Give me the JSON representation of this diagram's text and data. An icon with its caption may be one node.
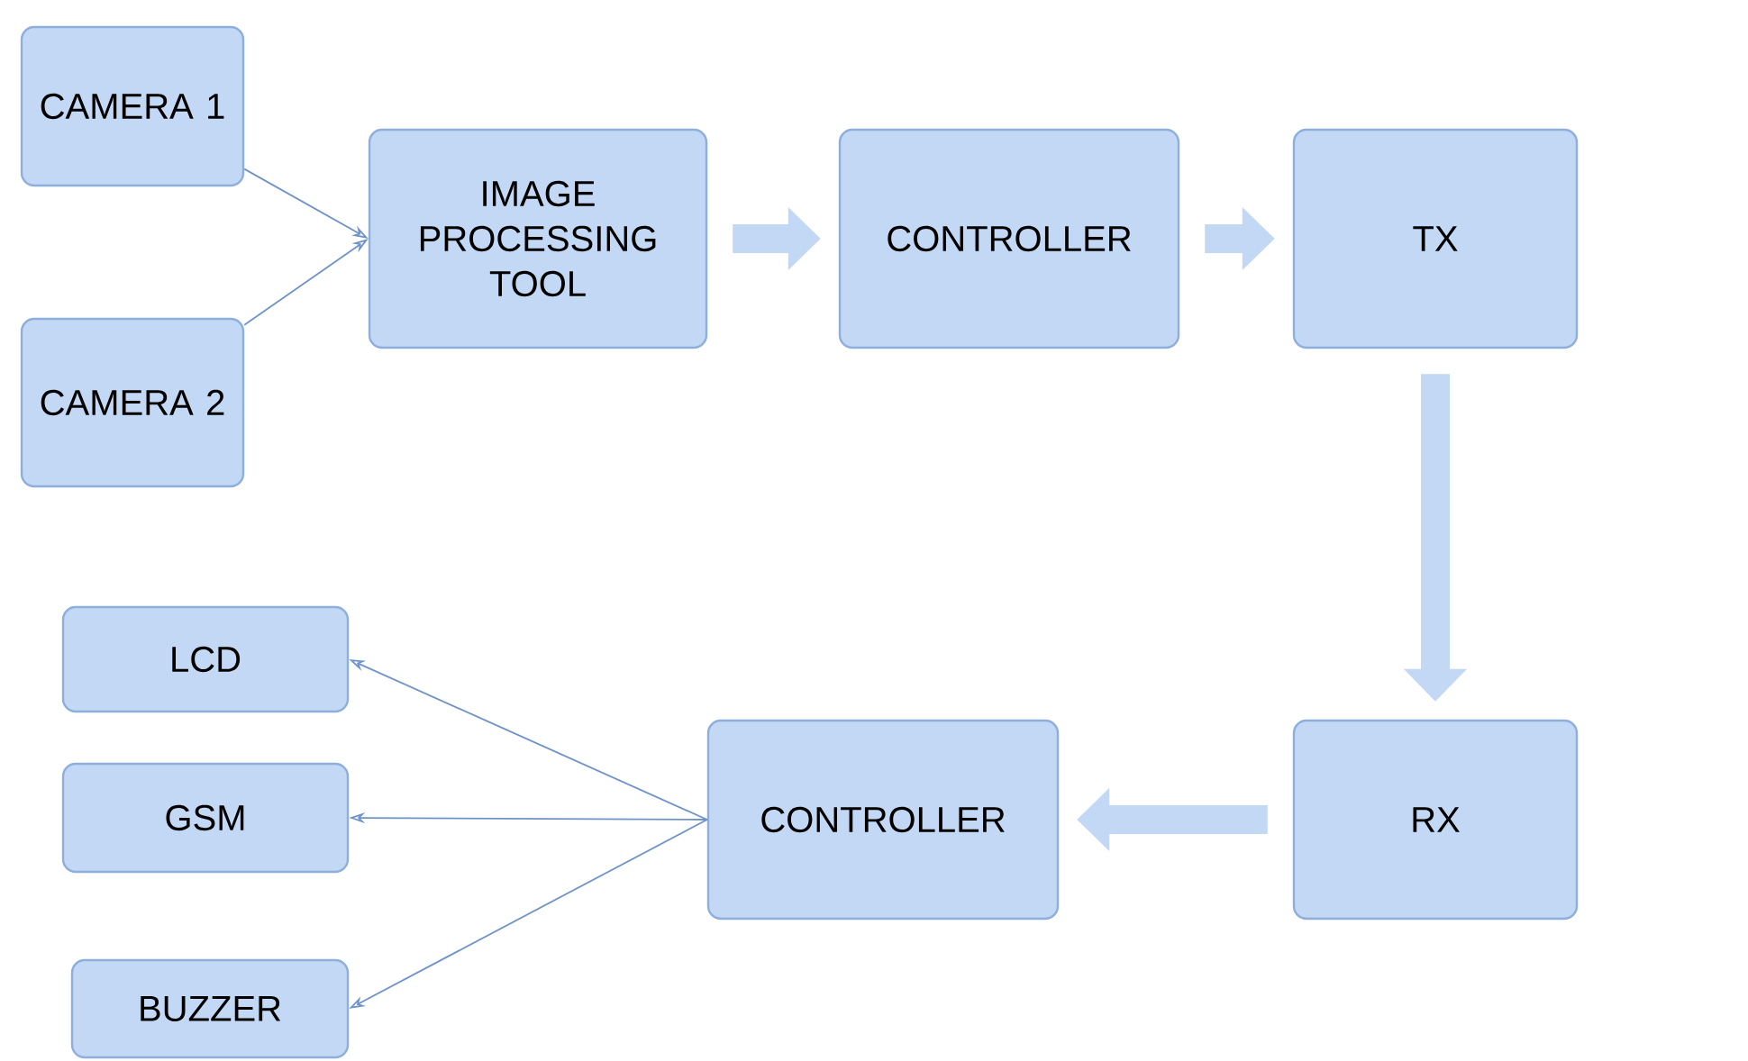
{
  "diagram": {
    "nodes": [
      {
        "text": [
          "CAMERA 1"
        ]
      },
      {
        "text": [
          "CAMERA 2"
        ]
      },
      {
        "text": [
          "IMAGE PROCESSING TOOL"
        ]
      },
      {
        "text": [
          "CONTROLLER"
        ]
      },
      {
        "text": [
          "TX"
        ]
      },
      {
        "text": [
          "RX"
        ]
      },
      {
        "text": [
          "CONTROLLER"
        ]
      },
      {
        "text": [
          "LCD"
        ]
      },
      {
        "text": [
          "GSM"
        ]
      },
      {
        "text": [
          "BUZZER"
        ]
      }
    ],
    "edges": [
      {
        "from": 0,
        "to": 2,
        "arrow": "to"
      },
      {
        "from": 1,
        "to": 2,
        "arrow": "to"
      },
      {
        "from": 2,
        "to": 3,
        "arrow": "to",
        "style": "thick"
      },
      {
        "from": 3,
        "to": 4,
        "arrow": "to",
        "style": "thick"
      },
      {
        "from": 4,
        "to": 5,
        "arrow": "to",
        "style": "thick"
      },
      {
        "from": 5,
        "to": 6,
        "arrow": "to",
        "style": "thick"
      },
      {
        "from": 6,
        "to": 7,
        "arrow": "to"
      },
      {
        "from": 6,
        "to": 8,
        "arrow": "to"
      },
      {
        "from": 6,
        "to": 9,
        "arrow": "to"
      }
    ]
  }
}
